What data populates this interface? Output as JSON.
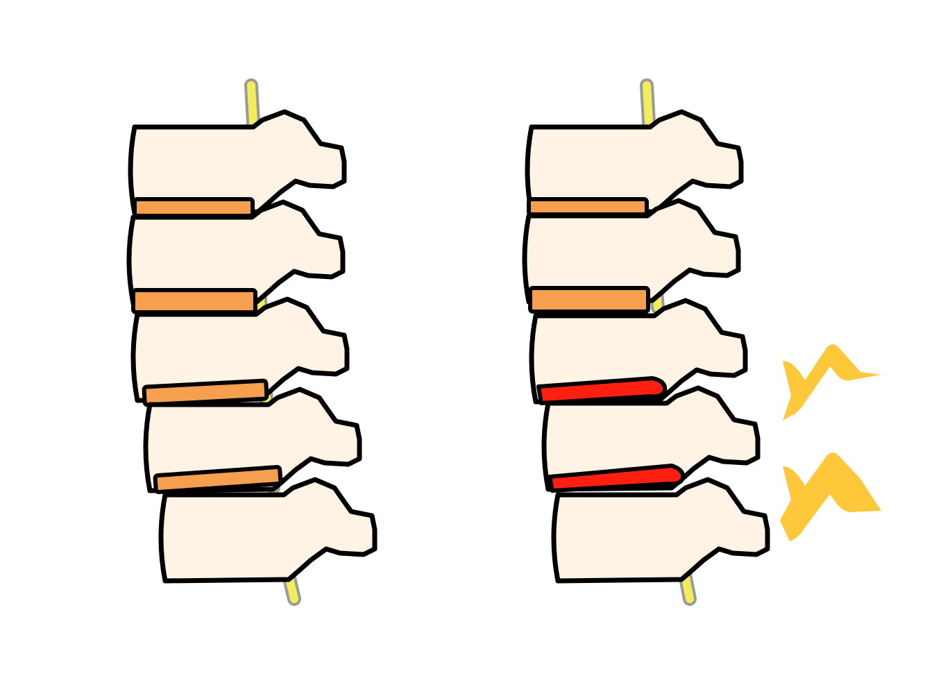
{
  "colors": {
    "background": "#ffffff",
    "bone_fill": "#fff3e6",
    "outline": "#000000",
    "disc_normal": "#f6a04f",
    "disc_damaged": "#ff1f10",
    "nerve": "#f2ed5c",
    "nerve_outline": "#9a9a9a",
    "lightning": "#ffc83a"
  },
  "spines": [
    {
      "label": "",
      "disc_states": [
        "normal",
        "normal",
        "normal",
        "normal"
      ],
      "pain_signs": 0
    },
    {
      "label": "",
      "disc_states": [
        "normal",
        "normal",
        "damaged",
        "damaged"
      ],
      "pain_signs": 2
    }
  ],
  "icons": [
    "lightning-bolt-icon",
    "lightning-bolt-icon"
  ]
}
